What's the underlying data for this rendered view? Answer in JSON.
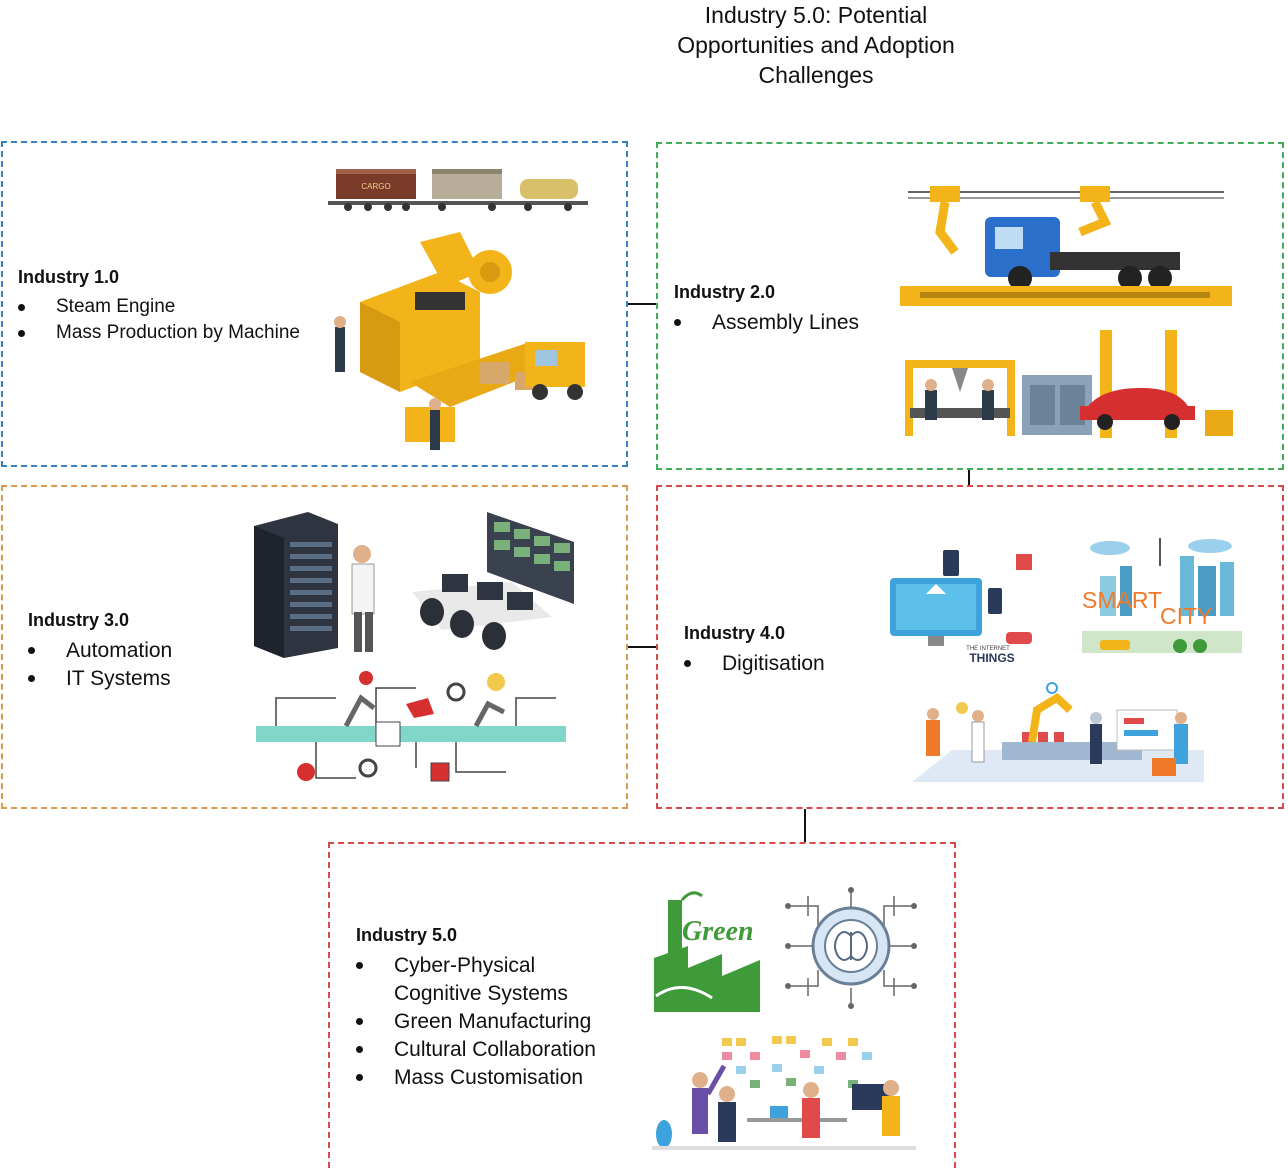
{
  "title": "Industry 5.0: Potential Opportunities and Adoption Challenges",
  "stages": [
    {
      "heading": "Industry 1.0",
      "bullets": [
        "Steam Engine",
        "Mass Production by Machine"
      ]
    },
    {
      "heading": "Industry 2.0",
      "bullets": [
        "Assembly Lines"
      ]
    },
    {
      "heading": "Industry 3.0",
      "bullets": [
        "Automation",
        "IT Systems"
      ]
    },
    {
      "heading": "Industry 4.0",
      "bullets": [
        "Digitisation"
      ]
    },
    {
      "heading": "Industry 5.0",
      "bullets": [
        "Cyber-Physical",
        "Cognitive Systems",
        "Green Manufacturing",
        "Cultural Collaboration",
        "Mass Customisation"
      ]
    }
  ],
  "art_text": {
    "cargo": "CARGO",
    "iot_small": "THE INTERNET",
    "iot": "THINGS",
    "smart": "SMART",
    "city": "CITY",
    "green": "Green"
  },
  "colors": {
    "box1": "#3a7fc4",
    "box2": "#3fae5a",
    "box3": "#d99a4e",
    "box4": "#d9484a",
    "box5": "#d9484a",
    "machine_yellow": "#f2b418",
    "green_factory": "#3f9a3a"
  }
}
